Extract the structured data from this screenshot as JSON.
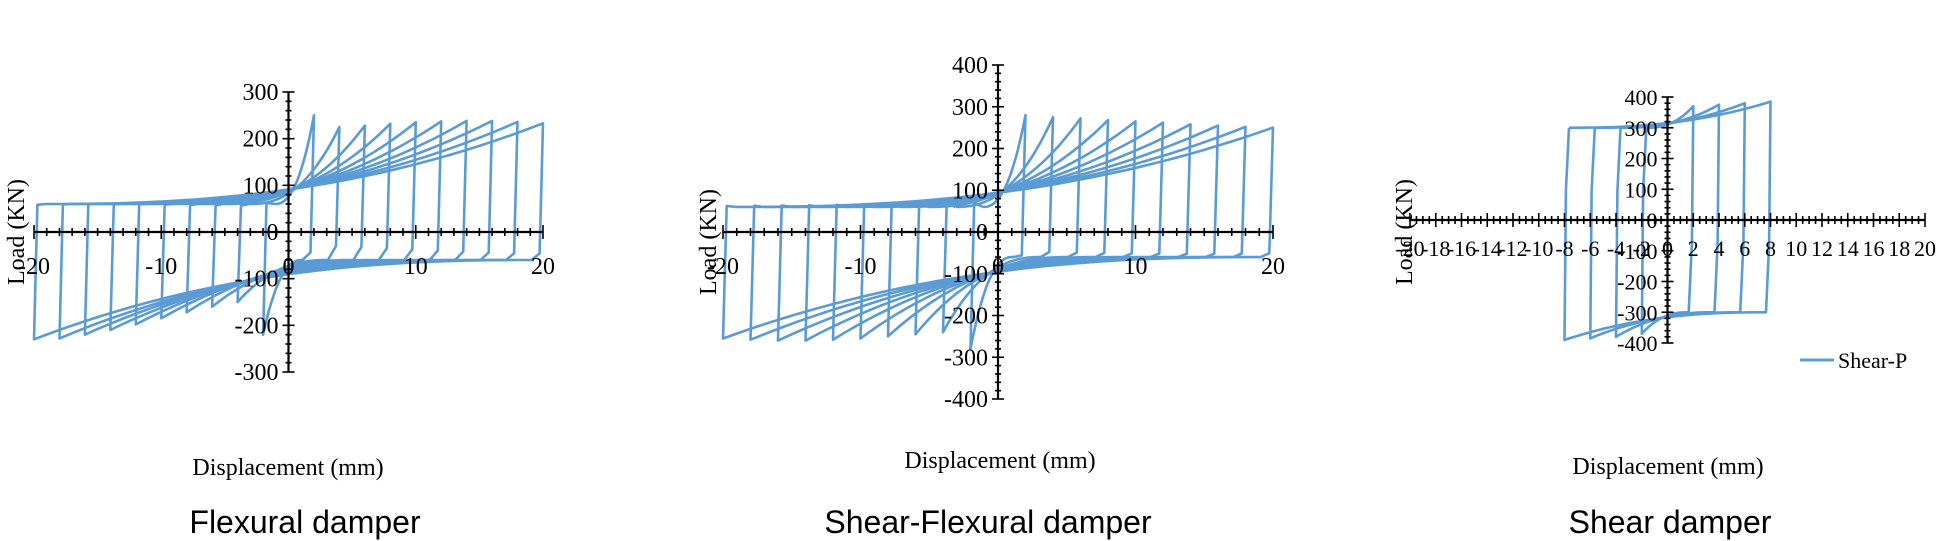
{
  "chart_data": [
    {
      "type": "line",
      "caption": "Flexural damper",
      "xlabel": "Displacement (mm)",
      "ylabel": "Load (KN)",
      "xlim": [
        -20,
        20
      ],
      "ylim": [
        -300,
        300
      ],
      "xticks": [
        "-20",
        "-10",
        "0",
        "10",
        "20"
      ],
      "yticks": [
        "-300",
        "-200",
        "-100",
        "0",
        "100",
        "200",
        "300"
      ],
      "series": [
        {
          "color": "#5b9bd5",
          "cycles": [
            {
              "d": 2,
              "p_max": 250,
              "p_min": -220
            },
            {
              "d": 4,
              "p_max": 225,
              "p_min": -150
            },
            {
              "d": 6,
              "p_max": 228,
              "p_min": -160
            },
            {
              "d": 8,
              "p_max": 232,
              "p_min": -172
            },
            {
              "d": 10,
              "p_max": 235,
              "p_min": -185
            },
            {
              "d": 12,
              "p_max": 237,
              "p_min": -198
            },
            {
              "d": 14,
              "p_max": 238,
              "p_min": -210
            },
            {
              "d": 16,
              "p_max": 238,
              "p_min": -220
            },
            {
              "d": 18,
              "p_max": 236,
              "p_min": -228
            },
            {
              "d": 20,
              "p_max": 233,
              "p_min": -230
            }
          ]
        }
      ]
    },
    {
      "type": "line",
      "caption": "Shear-Flexural damper",
      "xlabel": "Displacement (mm)",
      "ylabel": "Load (KN)",
      "xlim": [
        -20,
        20
      ],
      "ylim": [
        -400,
        400
      ],
      "xticks": [
        "-20",
        "-10",
        "0",
        "10",
        "20"
      ],
      "yticks": [
        "-400",
        "-300",
        "-200",
        "-100",
        "0",
        "100",
        "200",
        "300",
        "400"
      ],
      "series": [
        {
          "color": "#5b9bd5",
          "cycles": [
            {
              "d": 2,
              "p_max": 280,
              "p_min": -280
            },
            {
              "d": 4,
              "p_max": 275,
              "p_min": -240
            },
            {
              "d": 6,
              "p_max": 272,
              "p_min": -245
            },
            {
              "d": 8,
              "p_max": 268,
              "p_min": -250
            },
            {
              "d": 10,
              "p_max": 265,
              "p_min": -255
            },
            {
              "d": 12,
              "p_max": 262,
              "p_min": -258
            },
            {
              "d": 14,
              "p_max": 258,
              "p_min": -260
            },
            {
              "d": 16,
              "p_max": 255,
              "p_min": -260
            },
            {
              "d": 18,
              "p_max": 252,
              "p_min": -258
            },
            {
              "d": 20,
              "p_max": 250,
              "p_min": -255
            }
          ]
        }
      ]
    },
    {
      "type": "line",
      "caption": "Shear damper",
      "xlabel": "Displacement (mm)",
      "ylabel": "Load (KN)",
      "xlim": [
        -20,
        20
      ],
      "ylim": [
        -400,
        400
      ],
      "xticks": [
        "-20",
        "-18",
        "-16",
        "-14",
        "-12",
        "-10",
        "-8",
        "-6",
        "-4",
        "-2",
        "0",
        "2",
        "4",
        "6",
        "8",
        "10",
        "12",
        "14",
        "16",
        "18",
        "20"
      ],
      "yticks": [
        "-400",
        "-300",
        "-200",
        "-100",
        "0",
        "100",
        "200",
        "300",
        "400"
      ],
      "legend": {
        "position": "right",
        "entries": [
          "Shear-P"
        ]
      },
      "series": [
        {
          "name": "Shear-P",
          "color": "#5b9bd5",
          "cycles": [
            {
              "d": 2,
              "p_max": 370,
              "p_min": -370
            },
            {
              "d": 4,
              "p_max": 375,
              "p_min": -380
            },
            {
              "d": 6,
              "p_max": 380,
              "p_min": -385
            },
            {
              "d": 8,
              "p_max": 385,
              "p_min": -390
            }
          ]
        }
      ]
    }
  ]
}
